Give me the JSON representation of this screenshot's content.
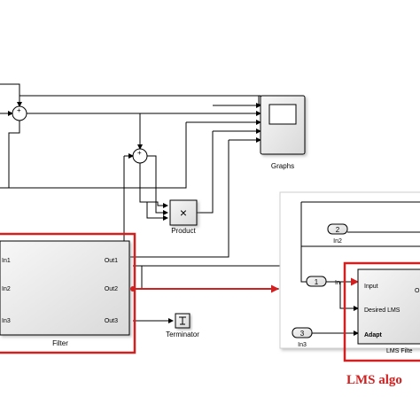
{
  "main_model": {
    "blocks": {
      "graphs": "Graphs",
      "product": "Product",
      "product_symbol": "×",
      "filter": "Filter",
      "terminator": "Terminator"
    },
    "sum_signs": {
      "sum1": "+",
      "sum2": "+"
    },
    "filter_ports": {
      "in1": "In1",
      "in2": "In2",
      "in3": "In3",
      "out1": "Out1",
      "out2": "Out2",
      "out3": "Out3"
    }
  },
  "inset_model": {
    "inports": [
      {
        "number": "2",
        "label": "In2"
      },
      {
        "number": "1",
        "label": "In"
      },
      {
        "number": "3",
        "label": "In3"
      }
    ],
    "lms_block": {
      "ports": [
        "Input",
        "Desired LMS",
        "Adapt"
      ],
      "output_port": "O",
      "label": "LMS Filte"
    }
  },
  "caption": "LMS algo",
  "colors": {
    "highlight": "#d21f1f",
    "line": "#000000",
    "block_fill": "#f2f2f2",
    "block_gradient_end": "#d9d9d9"
  }
}
